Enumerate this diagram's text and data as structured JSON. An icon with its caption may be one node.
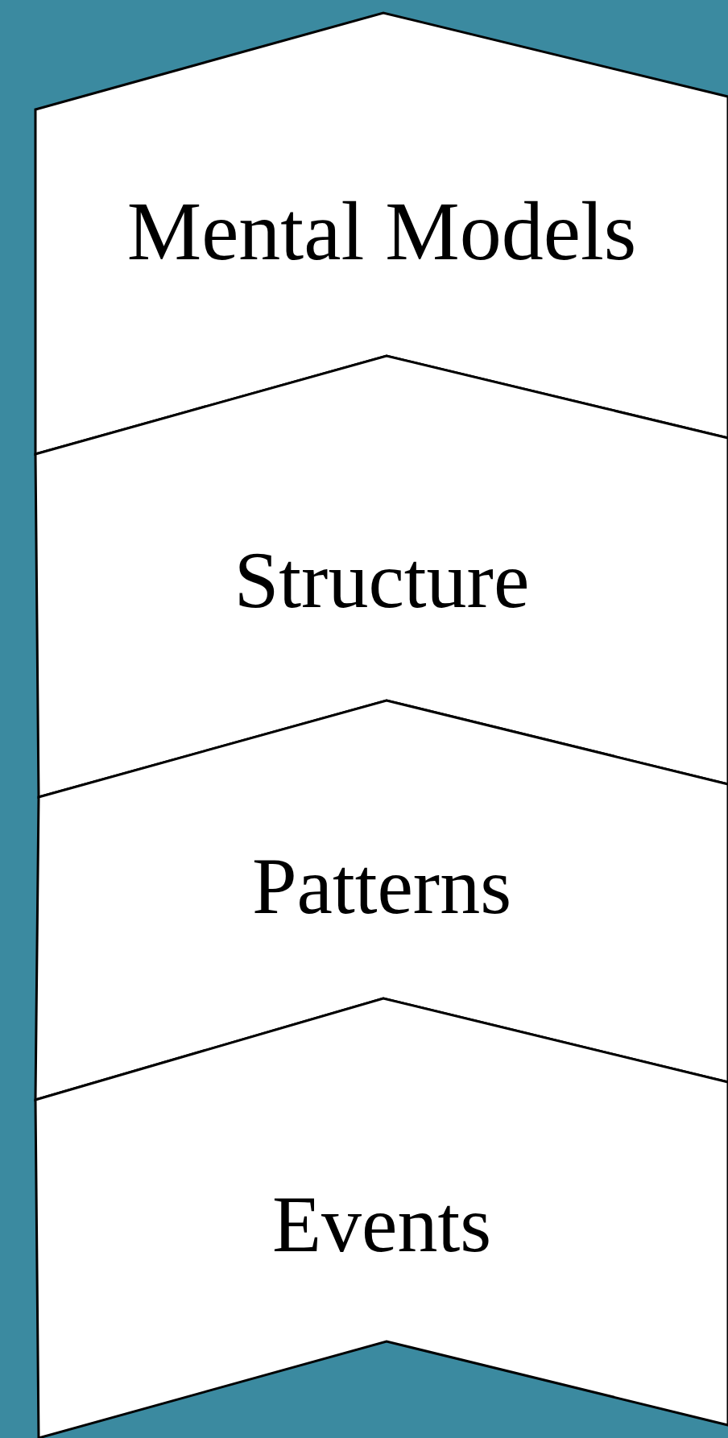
{
  "diagram": {
    "nodes": [
      {
        "text": [
          "Mental Models"
        ]
      },
      {
        "text": [
          "Structure"
        ]
      },
      {
        "text": [
          "Patterns"
        ]
      },
      {
        "text": [
          "Events"
        ]
      }
    ]
  }
}
